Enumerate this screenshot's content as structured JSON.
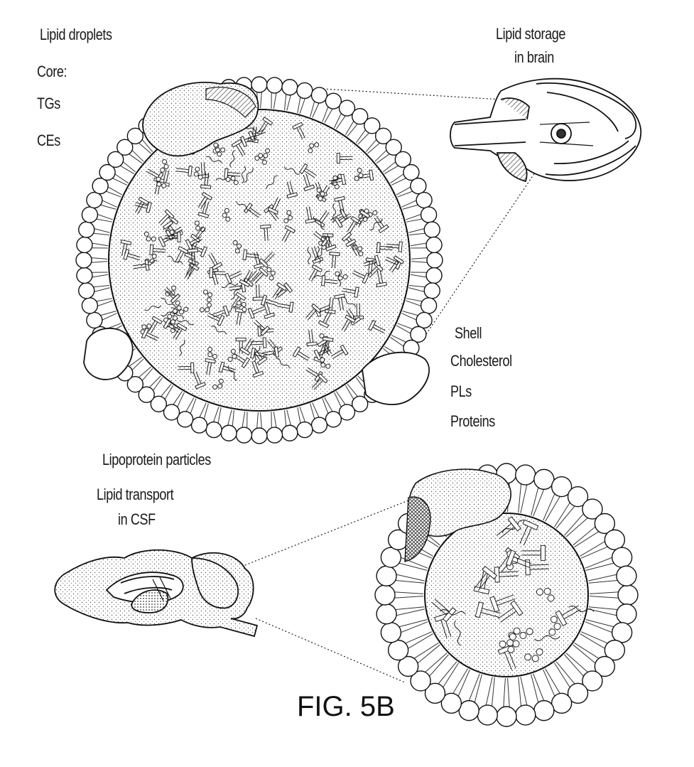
{
  "labels": {
    "lipid_droplets": "Lipid droplets",
    "core": "Core:",
    "tgs": "TGs",
    "ces": "CEs",
    "lipid_storage_1": "Lipid storage",
    "lipid_storage_2": "in brain",
    "shell": "Shell",
    "cholesterol": "Cholesterol",
    "pls": "PLs",
    "proteins": "Proteins",
    "lipoprotein_particles": "Lipoprotein particles",
    "lipid_transport_1": "Lipid transport",
    "lipid_transport_2": "in CSF"
  },
  "figure_label": "FIG. 5B"
}
